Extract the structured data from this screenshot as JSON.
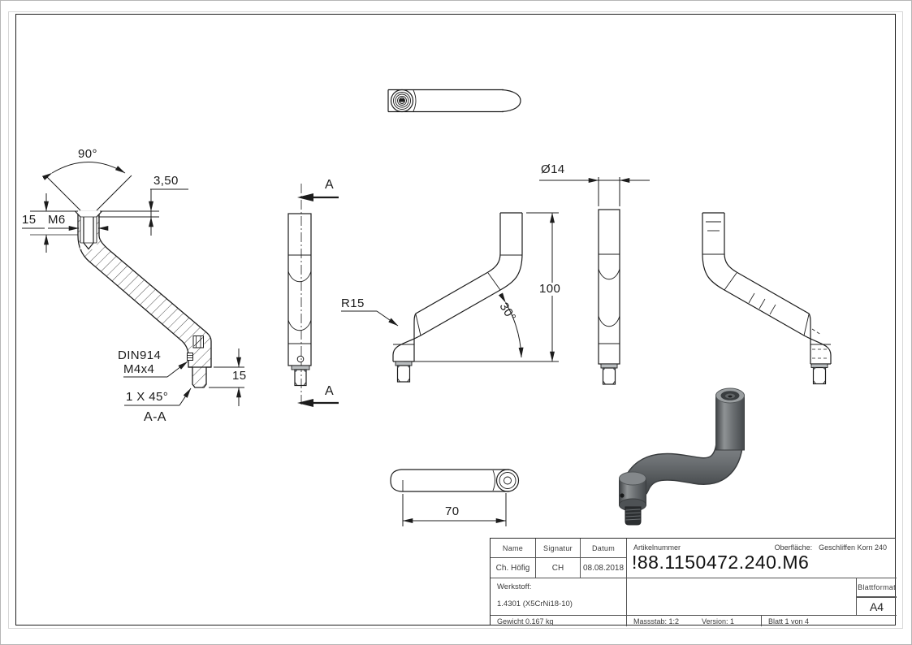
{
  "labels": {
    "angle_90": "90°",
    "depth_350": "3,50",
    "len_15_left": "15",
    "thread_m6": "M6",
    "din": "DIN914",
    "din_size": "M4x4",
    "chamfer": "1 X 45°",
    "section_name": "A-A",
    "len_15_right": "15",
    "section_arrow_top": "A",
    "section_arrow_bottom": "A",
    "radius_r15": "R15",
    "angle_30": "30°",
    "height_100": "100",
    "dia_14": "Ø14",
    "len_70": "70"
  },
  "title_block": {
    "name_header": "Name",
    "signature_header": "Signatur",
    "date_header": "Datum",
    "name_value": "Ch. Höfig",
    "signature_value": "CH",
    "date_value": "08.08.2018",
    "article_header": "Artikelnummer",
    "article_number": "!88.1150472.240.M6",
    "surface_label": "Oberfläche:",
    "surface_value": "Geschliffen Korn 240",
    "material_label": "Werkstoff:",
    "material_value": "1.4301 (X5CrNi18-10)",
    "format_label": "Blattformat",
    "format_value": "A4",
    "weight": "Gewicht 0.167 kg",
    "scale": "Massstab: 1:2",
    "version": "Version: 1",
    "sheet_count": "Blatt 1 von 4"
  },
  "colors": {
    "line": "#1c1c1c",
    "gray_band": "#b9bdbf",
    "model_gray": "#6d7173"
  }
}
